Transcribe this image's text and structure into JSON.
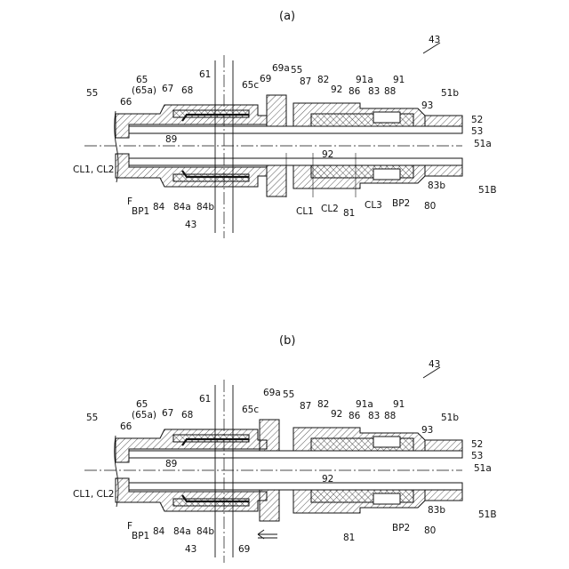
{
  "figures": [
    {
      "caption": "(a)",
      "labels": {
        "ref_main": "43",
        "l55": "55",
        "l65": "65",
        "l65a": "(65a)",
        "l61": "61",
        "l69a": "69a",
        "l55b": "55",
        "l87": "87",
        "l82": "82",
        "l91a": "91a",
        "l91": "91",
        "l51b": "51b",
        "l66": "66",
        "l67": "67",
        "l68": "68",
        "l65c": "65c",
        "l69": "69",
        "l92": "92",
        "l86": "86",
        "l83": "83",
        "l88": "88",
        "l93": "93",
        "l52": "52",
        "l53": "53",
        "l51a": "51a",
        "l89": "89",
        "lcl": "CL1, CL2",
        "l92b": "92",
        "l83b": "83b",
        "l51B": "51B",
        "lF": "F",
        "lBP1": "BP1",
        "l84": "84",
        "l84a": "84a",
        "l84b": "84b",
        "lCL1": "CL1",
        "lCL2": "CL2",
        "l81": "81",
        "lCL3": "CL3",
        "lBP2": "BP2",
        "l80": "80",
        "l43b": "43"
      }
    },
    {
      "caption": "(b)",
      "labels": {
        "ref_main": "43",
        "l55": "55",
        "l65": "65",
        "l65a": "(65a)",
        "l61": "61",
        "l69a": "69a",
        "l55b": "55",
        "l87": "87",
        "l82": "82",
        "l91a": "91a",
        "l91": "91",
        "l51b": "51b",
        "l66": "66",
        "l67": "67",
        "l68": "68",
        "l65c": "65c",
        "l92": "92",
        "l86": "86",
        "l83": "83",
        "l88": "88",
        "l93": "93",
        "l52": "52",
        "l53": "53",
        "l51a": "51a",
        "l89": "89",
        "lcl": "CL1, CL2",
        "l92b": "92",
        "l83b": "83b",
        "l51B": "51B",
        "lF": "F",
        "lBP1": "BP1",
        "l84": "84",
        "l84a": "84a",
        "l84b": "84b",
        "l81": "81",
        "lBP2": "BP2",
        "l80": "80",
        "l43b": "43",
        "l69": "69"
      }
    }
  ]
}
